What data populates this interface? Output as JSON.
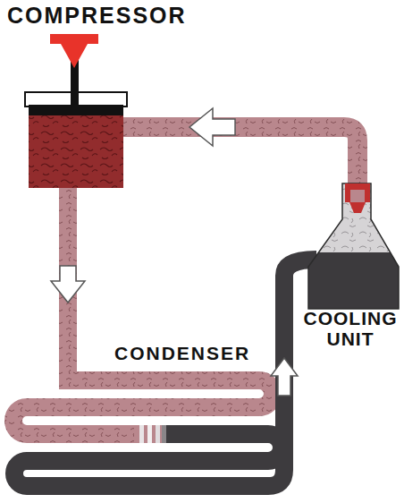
{
  "diagram": {
    "labels": [
      "COMPRESSOR",
      "CONDENSER",
      "COOLING UNIT"
    ]
  }
}
